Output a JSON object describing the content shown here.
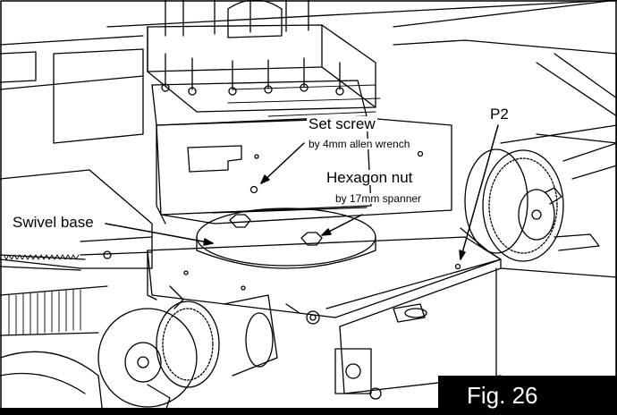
{
  "callouts": {
    "set_screw": "Set screw",
    "set_screw_tool": "by 4mm allen wrench",
    "hexagon_nut": "Hexagon nut",
    "hexagon_nut_tool": "by 17mm spanner",
    "swivel_base": "Swivel base",
    "p2": "P2"
  },
  "figure": {
    "label": "Fig. 26"
  },
  "colors": {
    "line": "#000000",
    "background": "#ffffff",
    "label_fill": "#000000",
    "label_text": "#ffffff"
  }
}
